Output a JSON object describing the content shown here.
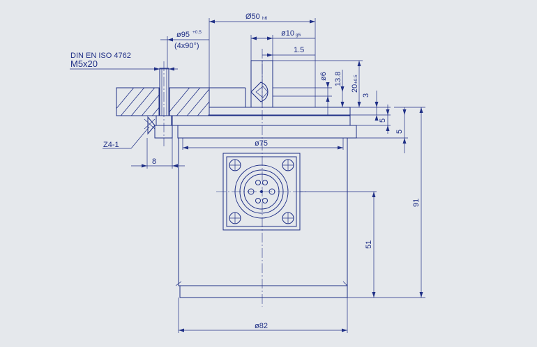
{
  "labels": {
    "standard": "DIN EN ISO 4762",
    "screw": "M5x20",
    "detail": "Z4-1"
  },
  "dimensions": {
    "d50": {
      "main": "Ø50",
      "tol": "h6"
    },
    "d95": {
      "main": "ø95",
      "tol": "+0.5",
      "note": "(4x90°)"
    },
    "d10": {
      "main": "ø10",
      "tol": "g5"
    },
    "t15": "1.5",
    "d6": "ø6",
    "d13_8": "13.8",
    "d20": {
      "main": "20",
      "tol": "±0.5"
    },
    "d3": "3",
    "d5a": "5",
    "d5b": "5",
    "d75": "ø75",
    "d8": "8",
    "d91": "91",
    "d51": "51",
    "d82": "ø82"
  },
  "colors": {
    "background": "#e5e8ec",
    "line": "#1f2f86"
  }
}
